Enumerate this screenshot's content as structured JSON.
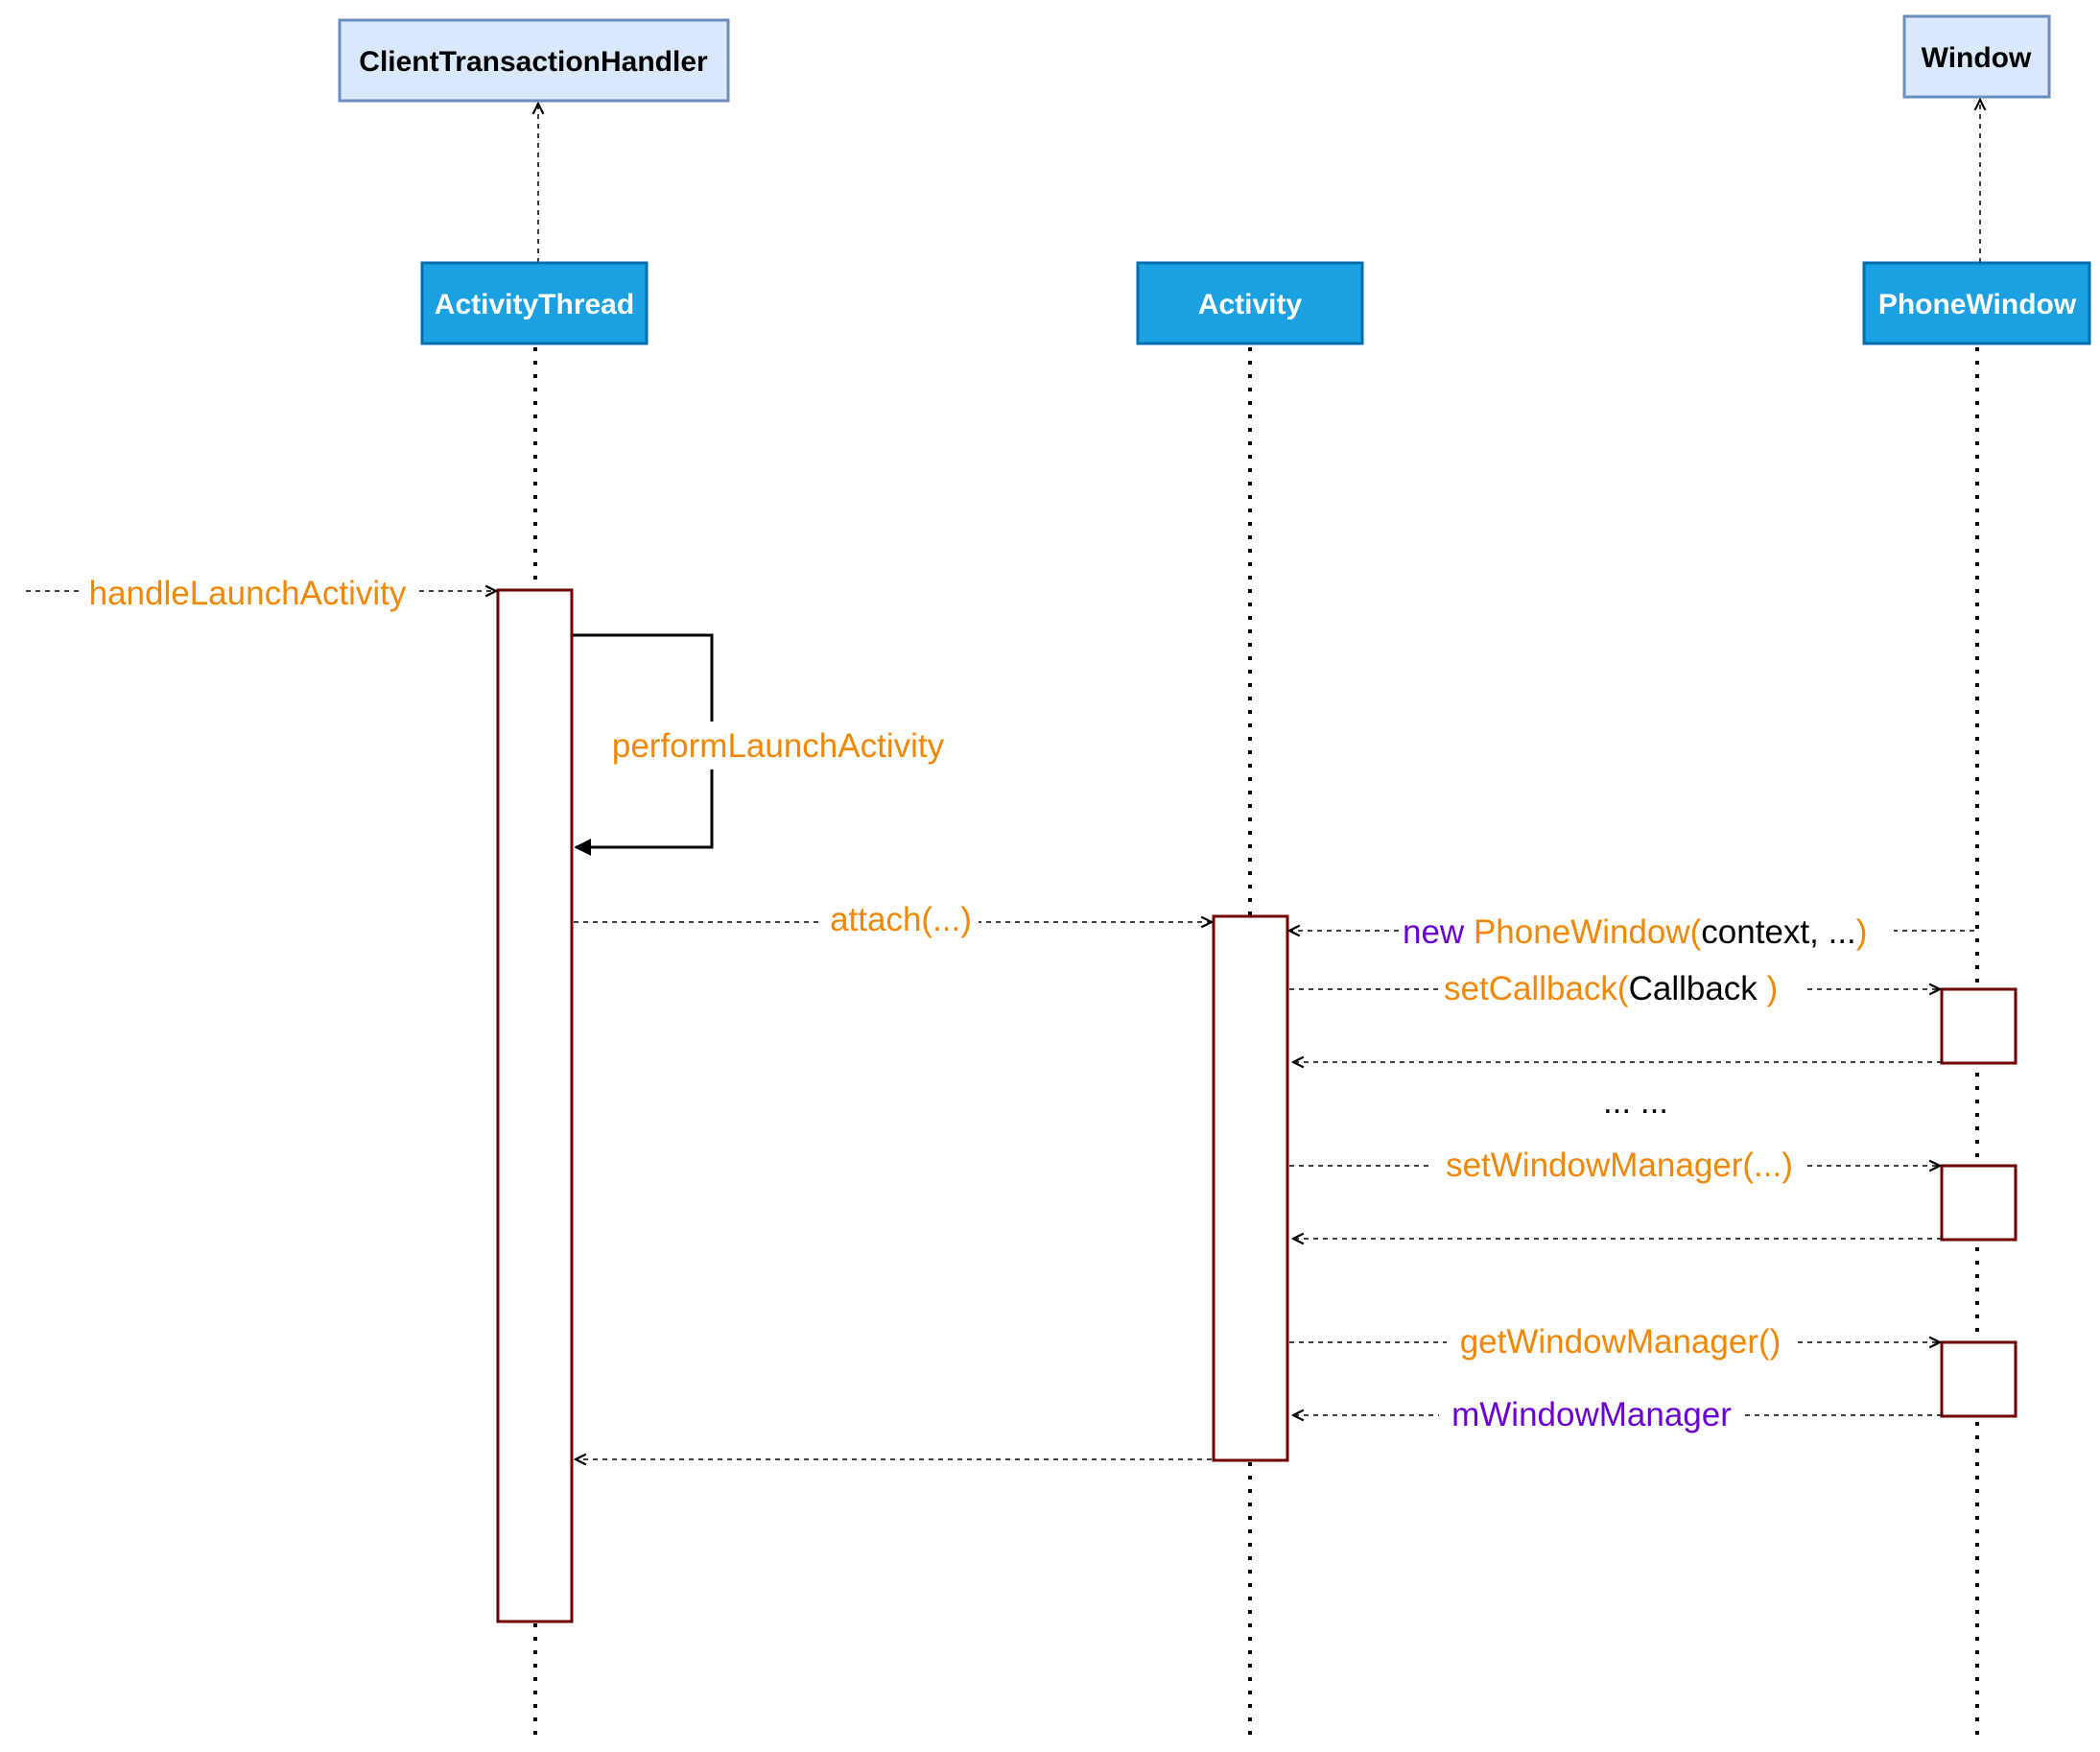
{
  "participants": {
    "client_handler": "ClientTransactionHandler",
    "window": "Window",
    "activity_thread": "ActivityThread",
    "activity": "Activity",
    "phone_window": "PhoneWindow"
  },
  "messages": {
    "handle_launch": "handleLaunchActivity",
    "perform_launch": "performLaunchActivity",
    "attach": "attach(...)",
    "new_kw": "new",
    "new_phone_window_open": "PhoneWindow(",
    "new_phone_window_args": "context, ...",
    "new_phone_window_close": ")",
    "set_callback_open": "setCallback(",
    "set_callback_arg": "Callback",
    "set_callback_close": " )",
    "ellipsis": "... ...",
    "set_window_manager": "setWindowManager(...)",
    "get_window_manager": "getWindowManager()",
    "m_window_manager": "mWindowManager"
  },
  "colors": {
    "method": "#f08705",
    "keyword": "#6a00d1",
    "lifeline_box": "#1ba1e2",
    "interface_box": "#dae8fc",
    "activation_border": "#6f0000"
  }
}
